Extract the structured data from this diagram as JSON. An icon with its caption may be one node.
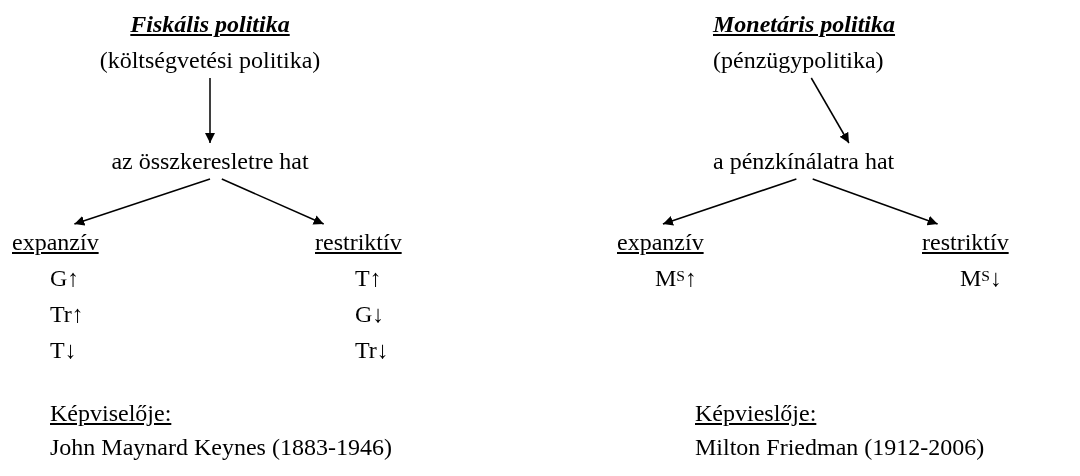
{
  "diagram": {
    "nodes": [
      {
        "text": [
          "Fiskális politika",
          "(költségvetési politika)"
        ]
      },
      {
        "text": [
          "az összkeresletre hat"
        ]
      },
      {
        "text": [
          "expanzív",
          "G↑",
          "Tr↑",
          "T↓"
        ]
      },
      {
        "text": [
          "restriktív",
          "T↑",
          "G↓",
          "Tr↓"
        ]
      },
      {
        "text": [
          "Monetáris politika",
          "(pénzügypolitika)"
        ]
      },
      {
        "text": [
          "a pénzkínálatra hat"
        ]
      },
      {
        "text": [
          "expanzív",
          "M$^{S}$↑"
        ]
      },
      {
        "text": [
          "restriktív",
          "M$^{S}$↓"
        ]
      }
    ],
    "edges": [
      {
        "from": 0,
        "to": 1,
        "arrow": "to"
      },
      {
        "from": 1,
        "to": 2,
        "arrow": "to"
      },
      {
        "from": 1,
        "to": 3,
        "arrow": "to"
      },
      {
        "from": 4,
        "to": 5,
        "arrow": "to"
      },
      {
        "from": 5,
        "to": 6,
        "arrow": "to"
      },
      {
        "from": 5,
        "to": 7,
        "arrow": "to"
      }
    ],
    "labels": [
      "Képviselője:",
      "John Maynard Keynes (1883-1946)",
      "Képvieslője:",
      "Milton Friedman (1912-2006)"
    ]
  }
}
